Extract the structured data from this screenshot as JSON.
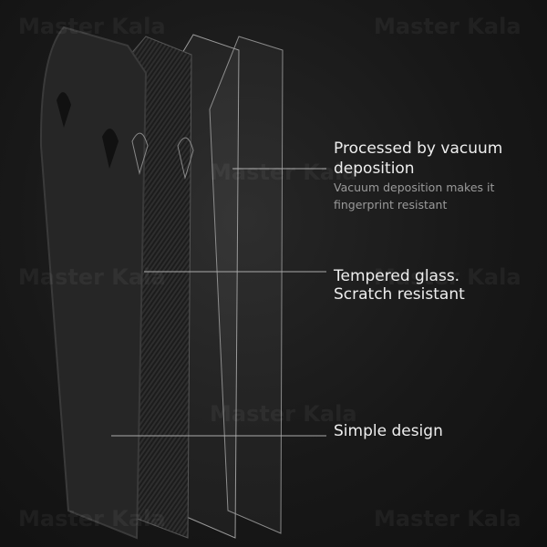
{
  "features": [
    {
      "title_line1": "Processed by vacuum",
      "title_line2": "deposition",
      "subtitle_line1": "Vacuum deposition makes it",
      "subtitle_line2": "fingerprint resistant"
    },
    {
      "title_line1": "Tempered glass.",
      "title_line2": "Scratch resistant"
    },
    {
      "title_line1": "Simple design"
    }
  ],
  "watermark": "Master Kala"
}
